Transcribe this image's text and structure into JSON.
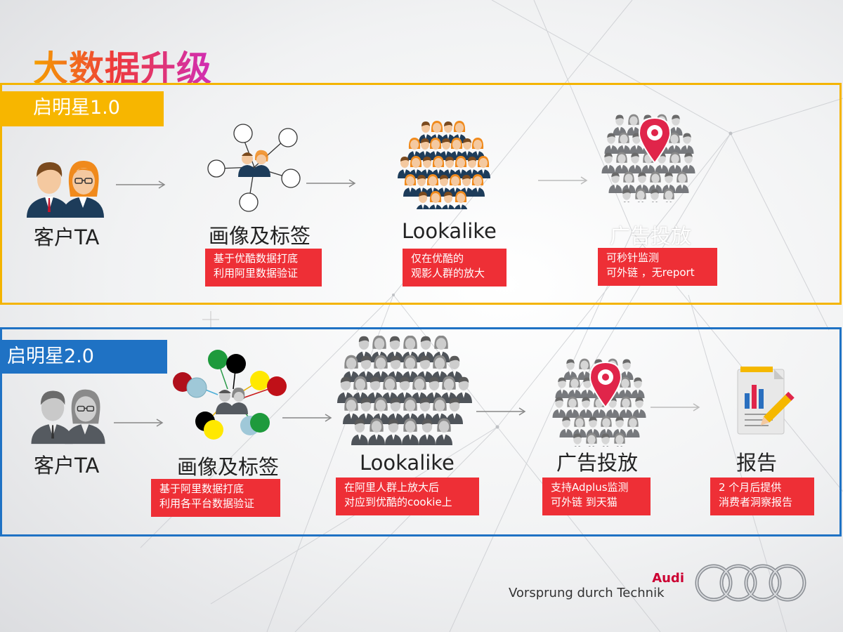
{
  "title": "大数据升级",
  "v1": {
    "tag": "启明星1.0",
    "stages": [
      {
        "label": "客户TA"
      },
      {
        "label": "画像及标签",
        "desc": [
          "基于优酷数据打底",
          "利用阿里数据验证"
        ]
      },
      {
        "label": "Lookalike",
        "desc": [
          "仅在优酷的",
          "观影人群的放大"
        ]
      },
      {
        "label": "广告投放",
        "desc": [
          "可秒针监测",
          "可外链 ，无report"
        ]
      }
    ]
  },
  "v2": {
    "tag": "启明星2.0",
    "stages": [
      {
        "label": "客户TA"
      },
      {
        "label": "画像及标签",
        "desc": [
          "基于阿里数据打底",
          "利用各平台数据验证"
        ]
      },
      {
        "label": "Lookalike",
        "desc": [
          "在阿里人群上放大后",
          "对应到优酷的cookie上"
        ]
      },
      {
        "label": "广告投放",
        "desc": [
          "支持Adplus监测",
          "可外链 到天猫"
        ]
      },
      {
        "label": "报告",
        "desc": [
          "2 个月后提供",
          "消费者洞察报告"
        ]
      }
    ]
  },
  "brand": {
    "name": "Audi",
    "slogan": "Vorsprung durch Technik"
  },
  "colors": {
    "accent_v1": "#f7b600",
    "accent_v2": "#1f72c4",
    "desc_box": "#ee2f36",
    "pin": "#e0254a"
  },
  "icons": [
    "person-pair-color-icon",
    "network-persona-icon",
    "crowd-color-icon",
    "crowd-pin-icon",
    "person-pair-gray-icon",
    "tag-dots-persona-icon",
    "crowd-gray-icon",
    "report-document-icon",
    "audi-rings-logo"
  ]
}
